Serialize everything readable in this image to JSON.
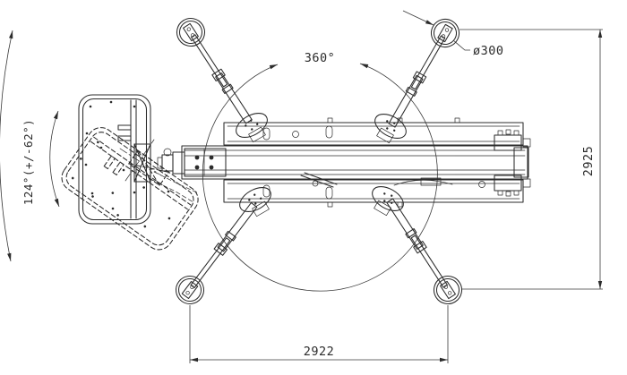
{
  "diagram": {
    "type": "technical-drawing-top-view",
    "subject": "spider lift chassis with four outriggers, work platform and rotation dimensions - plan view",
    "labels": {
      "slew_angle": "360°",
      "foot_diameter": "ø300",
      "dim_vertical": "2925",
      "dim_horizontal": "2922",
      "platform_rotation": "124°(+/-62°)"
    },
    "colors": {
      "line": "#2b2b2b",
      "dimension": "#3a3a3a",
      "background": "#ffffff"
    }
  }
}
